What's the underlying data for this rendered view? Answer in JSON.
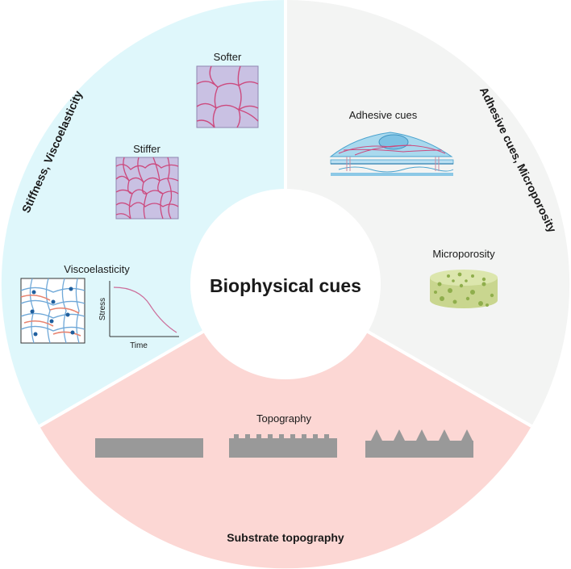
{
  "center": {
    "title": "Biophysical cues"
  },
  "segments": {
    "stiffness": {
      "title": "Stiffness, Viscoelasticity",
      "color": "#dff7fb",
      "softer_label": "Softer",
      "stiffer_label": "Stiffer",
      "viscoelasticity_label": "Viscoelasticity",
      "graph": {
        "ylabel": "Stress",
        "xlabel": "Time"
      }
    },
    "adhesive": {
      "title": "Adhesive cues, Microporosity",
      "color": "#f3f4f3",
      "adhesive_label": "Adhesive cues",
      "microporosity_label": "Microporosity"
    },
    "topography": {
      "title": "Substrate topography",
      "color": "#fcd7d4",
      "topography_label": "Topography"
    }
  },
  "colors": {
    "hydrogel_fill": "#c9c1e3",
    "fiber": "#cc4a7e",
    "substrate_gray": "#999999",
    "scaffold_green": "#c9d68f",
    "cell_blue": "#a9d9ee"
  }
}
